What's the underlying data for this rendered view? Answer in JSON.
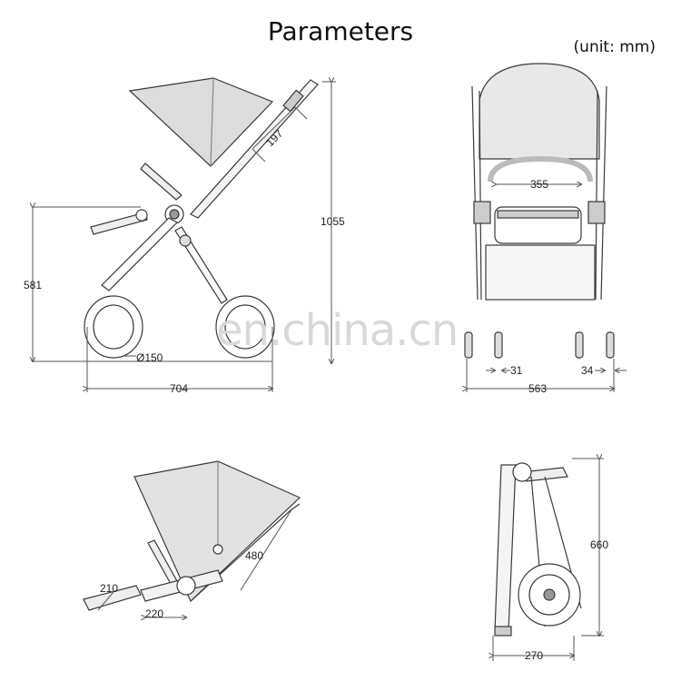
{
  "title": "Parameters",
  "unit": "(unit: mm)",
  "watermark": "en.china.cn",
  "dimensions": {
    "side_handle": "197",
    "side_height": "1055",
    "side_seat_height": "581",
    "side_wheel": "Ø150",
    "side_length": "704",
    "front_seat_width": "355",
    "front_wheel_left": "31",
    "front_wheel_right": "34",
    "front_width": "563",
    "recline_depth": "480",
    "recline_footrest": "210",
    "recline_leg": "220",
    "folded_height": "660",
    "folded_width": "270"
  },
  "colors": {
    "line": "#3a3a3a",
    "dim": "#555555",
    "canopy": "#dcdcdc"
  }
}
